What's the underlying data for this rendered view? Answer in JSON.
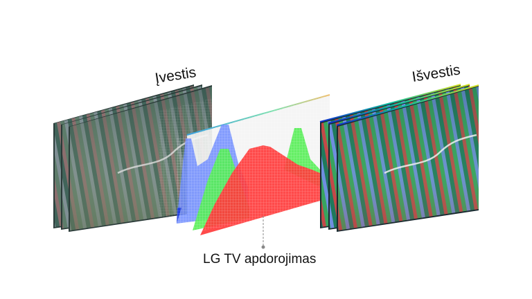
{
  "labels": {
    "input": "Įvestis",
    "output": "Išvestis",
    "processing": "LG TV apdorojimas"
  },
  "colors": {
    "histogram_red": "#ff3b3b",
    "histogram_green": "#55ee55",
    "histogram_blue": "#6f8cff",
    "text": "#111111",
    "leader_line": "#888888"
  },
  "icons": {
    "input_frames": "stacked-image-frames",
    "output_frames": "stacked-image-frames-enhanced",
    "histogram": "rgb-histogram"
  }
}
